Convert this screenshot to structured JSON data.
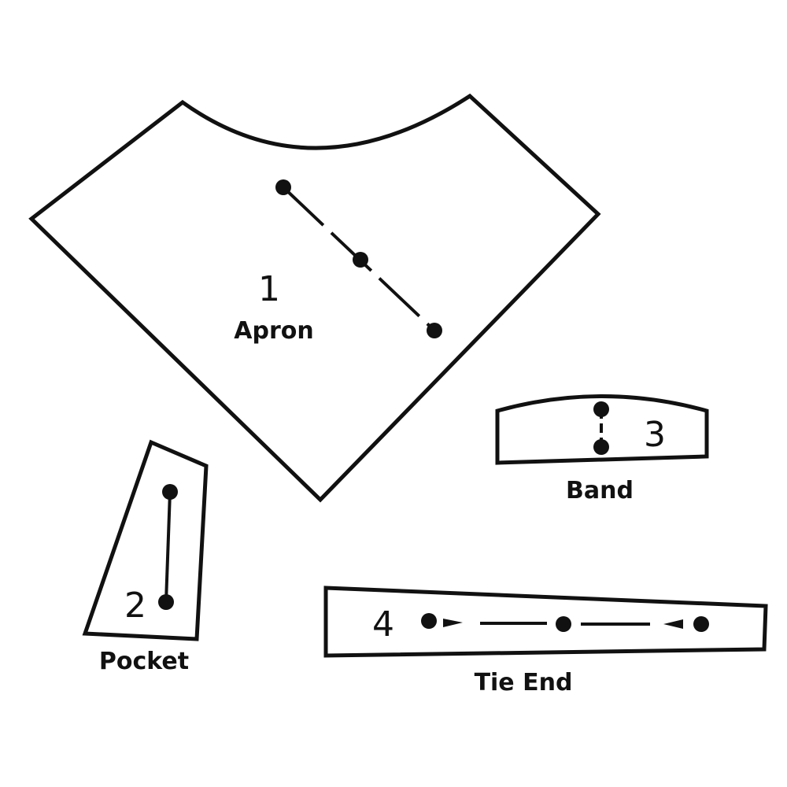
{
  "pieces": {
    "apron": {
      "number": "1",
      "label": "Apron"
    },
    "pocket": {
      "number": "2",
      "label": "Pocket"
    },
    "band": {
      "number": "3",
      "label": "Band"
    },
    "tie_end": {
      "number": "4",
      "label": "Tie End"
    }
  }
}
